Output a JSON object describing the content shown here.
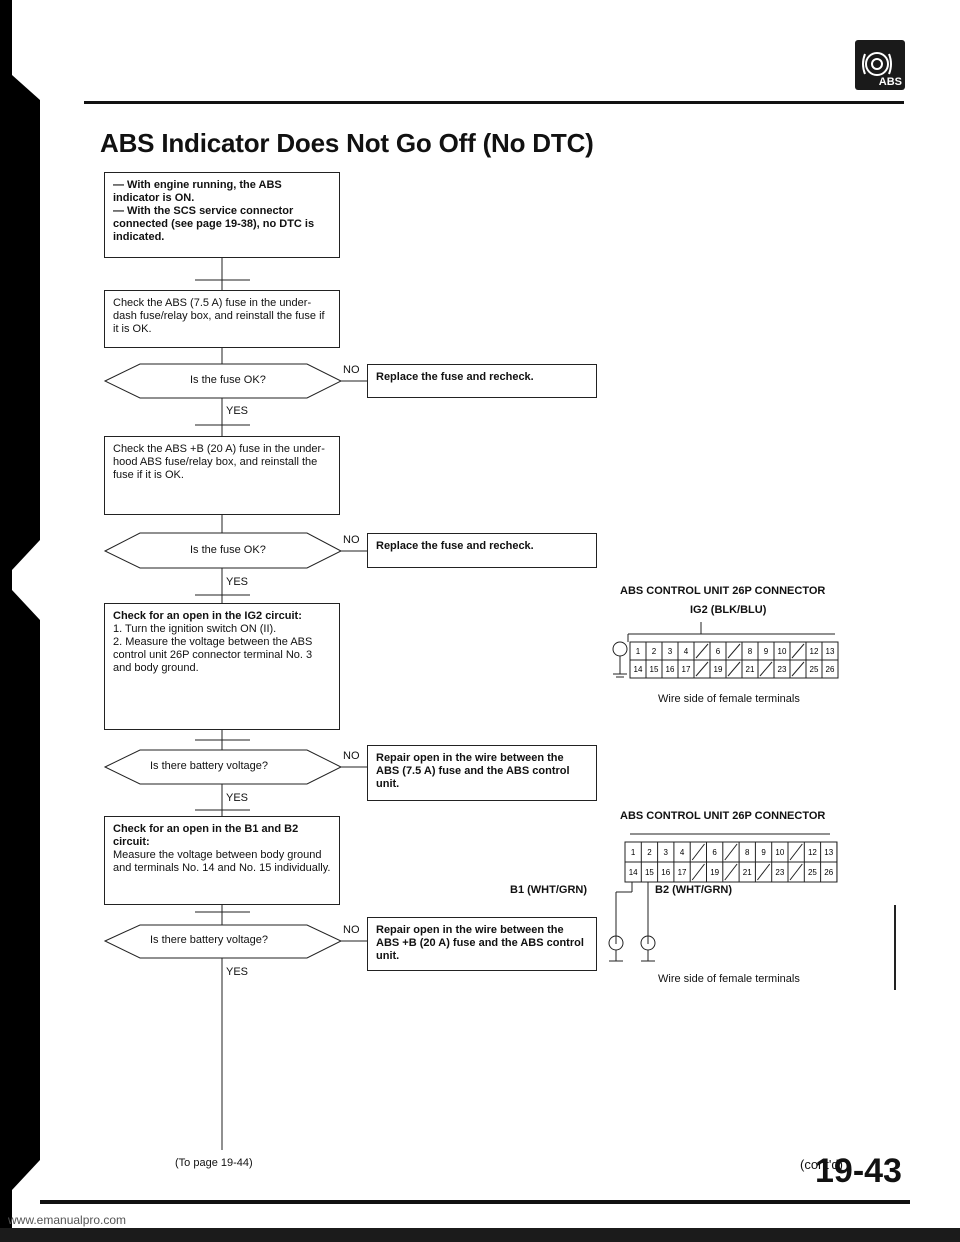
{
  "header": {
    "abs_badge": "ABS",
    "title": "ABS Indicator Does Not Go Off (No DTC)"
  },
  "flow": {
    "start_lines": [
      "— With engine running, the ABS indicator is ON.",
      "— With the SCS service connector connected (see page 19-38), no DTC is indicated."
    ],
    "step1": "Check the ABS (7.5 A) fuse in the under-dash fuse/relay box, and reinstall the fuse if it is OK.",
    "q1": "Is the fuse OK?",
    "a1": "Replace the fuse and recheck.",
    "step2": "Check the ABS +B (20 A) fuse in the under-hood ABS fuse/relay box, and reinstall the fuse if it is OK.",
    "q2": "Is the fuse OK?",
    "a2": "Replace the fuse and recheck.",
    "step3_head": "Check for an open in the IG2 circuit:",
    "step3_items": [
      "1. Turn the ignition switch ON (II).",
      "2. Measure the voltage between the ABS control unit 26P connector terminal No. 3 and body ground."
    ],
    "q3": "Is there battery voltage?",
    "a3": "Repair open in the wire between the ABS (7.5 A) fuse and the ABS control unit.",
    "step4_head": "Check for an open in the B1 and B2 circuit:",
    "step4_body": "Measure the voltage between body ground and terminals No. 14 and No. 15 individually.",
    "q4": "Is there battery voltage?",
    "a4": "Repair open in the wire between the ABS +B (20 A) fuse and the ABS control unit.",
    "yes": "YES",
    "no": "NO",
    "to_page": "(To page 19-44)"
  },
  "connector1": {
    "title": "ABS CONTROL UNIT 26P CONNECTOR",
    "wire": "IG2 (BLK/BLU)",
    "top_row": [
      "1",
      "2",
      "3",
      "4",
      "",
      "6",
      "",
      "8",
      "9",
      "10",
      "",
      "12",
      "13"
    ],
    "bottom_row": [
      "14",
      "15",
      "16",
      "17",
      "",
      "19",
      "",
      "21",
      "",
      "23",
      "",
      "25",
      "26"
    ],
    "caption": "Wire side of female terminals"
  },
  "connector2": {
    "title": "ABS CONTROL UNIT 26P CONNECTOR",
    "wire_b1": "B1 (WHT/GRN)",
    "wire_b2": "B2 (WHT/GRN)",
    "top_row": [
      "1",
      "2",
      "3",
      "4",
      "",
      "6",
      "",
      "8",
      "9",
      "10",
      "",
      "12",
      "13"
    ],
    "bottom_row": [
      "14",
      "15",
      "16",
      "17",
      "",
      "19",
      "",
      "21",
      "",
      "23",
      "",
      "25",
      "26"
    ],
    "caption": "Wire side of female terminals"
  },
  "footer": {
    "contd": "(cont'd)",
    "page": "19-43",
    "website": "www.emanualpro.com"
  }
}
